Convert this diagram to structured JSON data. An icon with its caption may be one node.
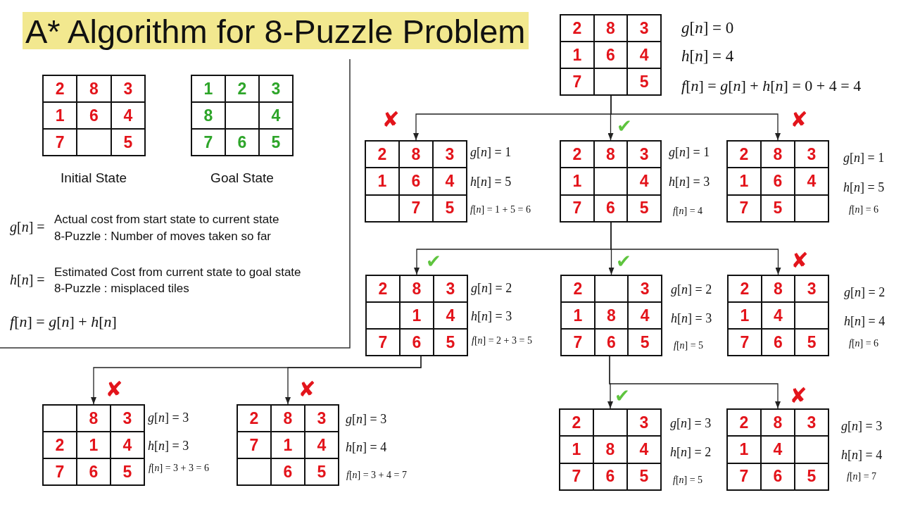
{
  "diagram": {
    "title": "A* Algorithm for 8-Puzzle Problem",
    "nodes": [
      {
        "text": [],
        "shape": "box",
        "beside": [
          "Initial State"
        ]
      },
      {
        "text": [
          "2"
        ],
        "in": 0
      },
      {
        "text": [
          "8"
        ],
        "in": 0
      },
      {
        "text": [
          "3"
        ],
        "in": 0
      },
      {
        "text": [
          "1"
        ],
        "in": 0
      },
      {
        "text": [
          "6"
        ],
        "in": 0
      },
      {
        "text": [
          "4"
        ],
        "in": 0
      },
      {
        "text": [
          "7"
        ],
        "in": 0
      },
      {
        "text": [],
        "shape": "box",
        "in": 0
      },
      {
        "text": [
          "5"
        ],
        "in": 0
      },
      {
        "text": [],
        "shape": "box",
        "beside": [
          "Goal State"
        ]
      },
      {
        "text": [
          "1"
        ],
        "in": 10
      },
      {
        "text": [
          "2"
        ],
        "in": 10
      },
      {
        "text": [
          "3"
        ],
        "in": 10
      },
      {
        "text": [
          "8"
        ],
        "in": 10
      },
      {
        "text": [],
        "shape": "box",
        "in": 10
      },
      {
        "text": [
          "4"
        ],
        "in": 10
      },
      {
        "text": [
          "7"
        ],
        "in": 10
      },
      {
        "text": [
          "6"
        ],
        "in": 10
      },
      {
        "text": [
          "5"
        ],
        "in": 10
      },
      {
        "text": [],
        "shape": "box",
        "beside": [
          "*g*[*n*] = 0",
          "*h*[*n*] = 4",
          "*f*[*n*] = *g*[*n*] + *h*[*n*] = 0 + 4 = 4"
        ]
      },
      {
        "text": [
          "2"
        ],
        "in": 20
      },
      {
        "text": [
          "8"
        ],
        "in": 20
      },
      {
        "text": [
          "3"
        ],
        "in": 20
      },
      {
        "text": [
          "1"
        ],
        "in": 20
      },
      {
        "text": [
          "6"
        ],
        "in": 20
      },
      {
        "text": [
          "4"
        ],
        "in": 20
      },
      {
        "text": [
          "7"
        ],
        "in": 20
      },
      {
        "text": [],
        "shape": "box",
        "in": 20
      },
      {
        "text": [
          "5"
        ],
        "in": 20
      },
      {
        "text": [],
        "shape": "box",
        "beside": [
          "✘",
          "*g*[*n*] = 1",
          "*h*[*n*] = 5",
          "*f*[*n*] = 1 + 5 = 6"
        ]
      },
      {
        "text": [
          "2"
        ],
        "in": 30
      },
      {
        "text": [
          "8"
        ],
        "in": 30
      },
      {
        "text": [
          "3"
        ],
        "in": 30
      },
      {
        "text": [
          "1"
        ],
        "in": 30
      },
      {
        "text": [
          "6"
        ],
        "in": 30
      },
      {
        "text": [
          "4"
        ],
        "in": 30
      },
      {
        "text": [],
        "shape": "box",
        "in": 30
      },
      {
        "text": [
          "7"
        ],
        "in": 30
      },
      {
        "text": [
          "5"
        ],
        "in": 30
      },
      {
        "text": [],
        "shape": "box",
        "beside": [
          "✔",
          "*g*[*n*] = 1",
          "*h*[*n*] = 3",
          "*f*[*n*] = 4"
        ]
      },
      {
        "text": [
          "2"
        ],
        "in": 40
      },
      {
        "text": [
          "8"
        ],
        "in": 40
      },
      {
        "text": [
          "3"
        ],
        "in": 40
      },
      {
        "text": [
          "1"
        ],
        "in": 40
      },
      {
        "text": [],
        "shape": "box",
        "in": 40
      },
      {
        "text": [
          "4"
        ],
        "in": 40
      },
      {
        "text": [
          "7"
        ],
        "in": 40
      },
      {
        "text": [
          "6"
        ],
        "in": 40
      },
      {
        "text": [
          "5"
        ],
        "in": 40
      },
      {
        "text": [],
        "shape": "box",
        "beside": [
          "✘",
          "*g*[*n*] = 1",
          "*h*[*n*] = 5",
          "*f*[*n*] = 6"
        ]
      },
      {
        "text": [
          "2"
        ],
        "in": 50
      },
      {
        "text": [
          "8"
        ],
        "in": 50
      },
      {
        "text": [
          "3"
        ],
        "in": 50
      },
      {
        "text": [
          "1"
        ],
        "in": 50
      },
      {
        "text": [
          "6"
        ],
        "in": 50
      },
      {
        "text": [
          "4"
        ],
        "in": 50
      },
      {
        "text": [
          "7"
        ],
        "in": 50
      },
      {
        "text": [
          "5"
        ],
        "in": 50
      },
      {
        "text": [],
        "shape": "box",
        "in": 50
      },
      {
        "text": [],
        "shape": "box",
        "beside": [
          "✔",
          "*g*[*n*] = 2",
          "*h*[*n*] = 3",
          "*f*[*n*] = 2 + 3 = 5"
        ]
      },
      {
        "text": [
          "2"
        ],
        "in": 60
      },
      {
        "text": [
          "8"
        ],
        "in": 60
      },
      {
        "text": [
          "3"
        ],
        "in": 60
      },
      {
        "text": [],
        "shape": "box",
        "in": 60
      },
      {
        "text": [
          "1"
        ],
        "in": 60
      },
      {
        "text": [
          "4"
        ],
        "in": 60
      },
      {
        "text": [
          "7"
        ],
        "in": 60
      },
      {
        "text": [
          "6"
        ],
        "in": 60
      },
      {
        "text": [
          "5"
        ],
        "in": 60
      },
      {
        "text": [],
        "shape": "box",
        "beside": [
          "✔",
          "*g*[*n*] = 2",
          "*h*[*n*] = 3",
          "*f*[*n*] = 5"
        ]
      },
      {
        "text": [
          "2"
        ],
        "in": 70
      },
      {
        "text": [],
        "shape": "box",
        "in": 70
      },
      {
        "text": [
          "3"
        ],
        "in": 70
      },
      {
        "text": [
          "1"
        ],
        "in": 70
      },
      {
        "text": [
          "8"
        ],
        "in": 70
      },
      {
        "text": [
          "4"
        ],
        "in": 70
      },
      {
        "text": [
          "7"
        ],
        "in": 70
      },
      {
        "text": [
          "6"
        ],
        "in": 70
      },
      {
        "text": [
          "5"
        ],
        "in": 70
      },
      {
        "text": [],
        "shape": "box",
        "beside": [
          "✘",
          "*g*[*n*] = 2",
          "*h*[*n*] = 4",
          "*f*[*n*] = 6"
        ]
      },
      {
        "text": [
          "2"
        ],
        "in": 80
      },
      {
        "text": [
          "8"
        ],
        "in": 80
      },
      {
        "text": [
          "3"
        ],
        "in": 80
      },
      {
        "text": [
          "1"
        ],
        "in": 80
      },
      {
        "text": [
          "4"
        ],
        "in": 80
      },
      {
        "text": [],
        "shape": "box",
        "in": 80
      },
      {
        "text": [
          "7"
        ],
        "in": 80
      },
      {
        "text": [
          "6"
        ],
        "in": 80
      },
      {
        "text": [
          "5"
        ],
        "in": 80
      },
      {
        "text": [],
        "shape": "box",
        "beside": [
          "✘",
          "*g*[*n*] = 3",
          "*h*[*n*] = 3",
          "*f*[*n*] = 3 + 3 = 6"
        ]
      },
      {
        "text": [],
        "shape": "box",
        "in": 90
      },
      {
        "text": [
          "8"
        ],
        "in": 90
      },
      {
        "text": [
          "3"
        ],
        "in": 90
      },
      {
        "text": [
          "2"
        ],
        "in": 90
      },
      {
        "text": [
          "1"
        ],
        "in": 90
      },
      {
        "text": [
          "4"
        ],
        "in": 90
      },
      {
        "text": [
          "7"
        ],
        "in": 90
      },
      {
        "text": [
          "6"
        ],
        "in": 90
      },
      {
        "text": [
          "5"
        ],
        "in": 90
      },
      {
        "text": [],
        "shape": "box",
        "beside": [
          "✘",
          "*g*[*n*] = 3",
          "*h*[*n*] = 4",
          "*f*[*n*] = 3 + 4 = 7"
        ]
      },
      {
        "text": [
          "2"
        ],
        "in": 100
      },
      {
        "text": [
          "8"
        ],
        "in": 100
      },
      {
        "text": [
          "3"
        ],
        "in": 100
      },
      {
        "text": [
          "7"
        ],
        "in": 100
      },
      {
        "text": [
          "1"
        ],
        "in": 100
      },
      {
        "text": [
          "4"
        ],
        "in": 100
      },
      {
        "text": [],
        "shape": "box",
        "in": 100
      },
      {
        "text": [
          "6"
        ],
        "in": 100
      },
      {
        "text": [
          "5"
        ],
        "in": 100
      },
      {
        "text": [],
        "shape": "box",
        "beside": [
          "✔",
          "*g*[*n*] = 3",
          "*h*[*n*] = 2",
          "*f*[*n*] = 5"
        ]
      },
      {
        "text": [
          "2"
        ],
        "in": 110
      },
      {
        "text": [],
        "shape": "box",
        "in": 110
      },
      {
        "text": [
          "3"
        ],
        "in": 110
      },
      {
        "text": [
          "1"
        ],
        "in": 110
      },
      {
        "text": [
          "8"
        ],
        "in": 110
      },
      {
        "text": [
          "4"
        ],
        "in": 110
      },
      {
        "text": [
          "7"
        ],
        "in": 110
      },
      {
        "text": [
          "6"
        ],
        "in": 110
      },
      {
        "text": [
          "5"
        ],
        "in": 110
      },
      {
        "text": [],
        "shape": "box",
        "beside": [
          "✘",
          "*g*[*n*] = 3",
          "*h*[*n*] = 4",
          "*f*[*n*] = 7"
        ]
      },
      {
        "text": [
          "2"
        ],
        "in": 120
      },
      {
        "text": [
          "8"
        ],
        "in": 120
      },
      {
        "text": [
          "3"
        ],
        "in": 120
      },
      {
        "text": [
          "1"
        ],
        "in": 120
      },
      {
        "text": [
          "4"
        ],
        "in": 120
      },
      {
        "text": [],
        "shape": "box",
        "in": 120
      },
      {
        "text": [
          "7"
        ],
        "in": 120
      },
      {
        "text": [
          "6"
        ],
        "in": 120
      },
      {
        "text": [
          "5"
        ],
        "in": 120
      }
    ],
    "edges": [
      {
        "from": 20,
        "to": 30,
        "arrow": "to"
      },
      {
        "from": 20,
        "to": 40,
        "arrow": "to"
      },
      {
        "from": 20,
        "to": 50,
        "arrow": "to"
      },
      {
        "from": 40,
        "to": 60,
        "arrow": "to"
      },
      {
        "from": 40,
        "to": 70,
        "arrow": "to"
      },
      {
        "from": 40,
        "to": 80,
        "arrow": "to"
      },
      {
        "from": 60,
        "to": 90,
        "arrow": "to"
      },
      {
        "from": 60,
        "to": 100,
        "arrow": "to"
      },
      {
        "from": 70,
        "to": 110,
        "arrow": "to"
      },
      {
        "from": 70,
        "to": 120,
        "arrow": "to"
      }
    ],
    "labels": [
      "*g*[*n*] =",
      "Actual cost from start state to current state",
      "8-Puzzle : Number of moves taken so far",
      "*h*[*n*] =",
      "Estimated Cost from current state to goal state",
      "8-Puzzle : misplaced tiles",
      "*f*[*n*] = *g*[*n*] + *h*[*n*]"
    ]
  }
}
